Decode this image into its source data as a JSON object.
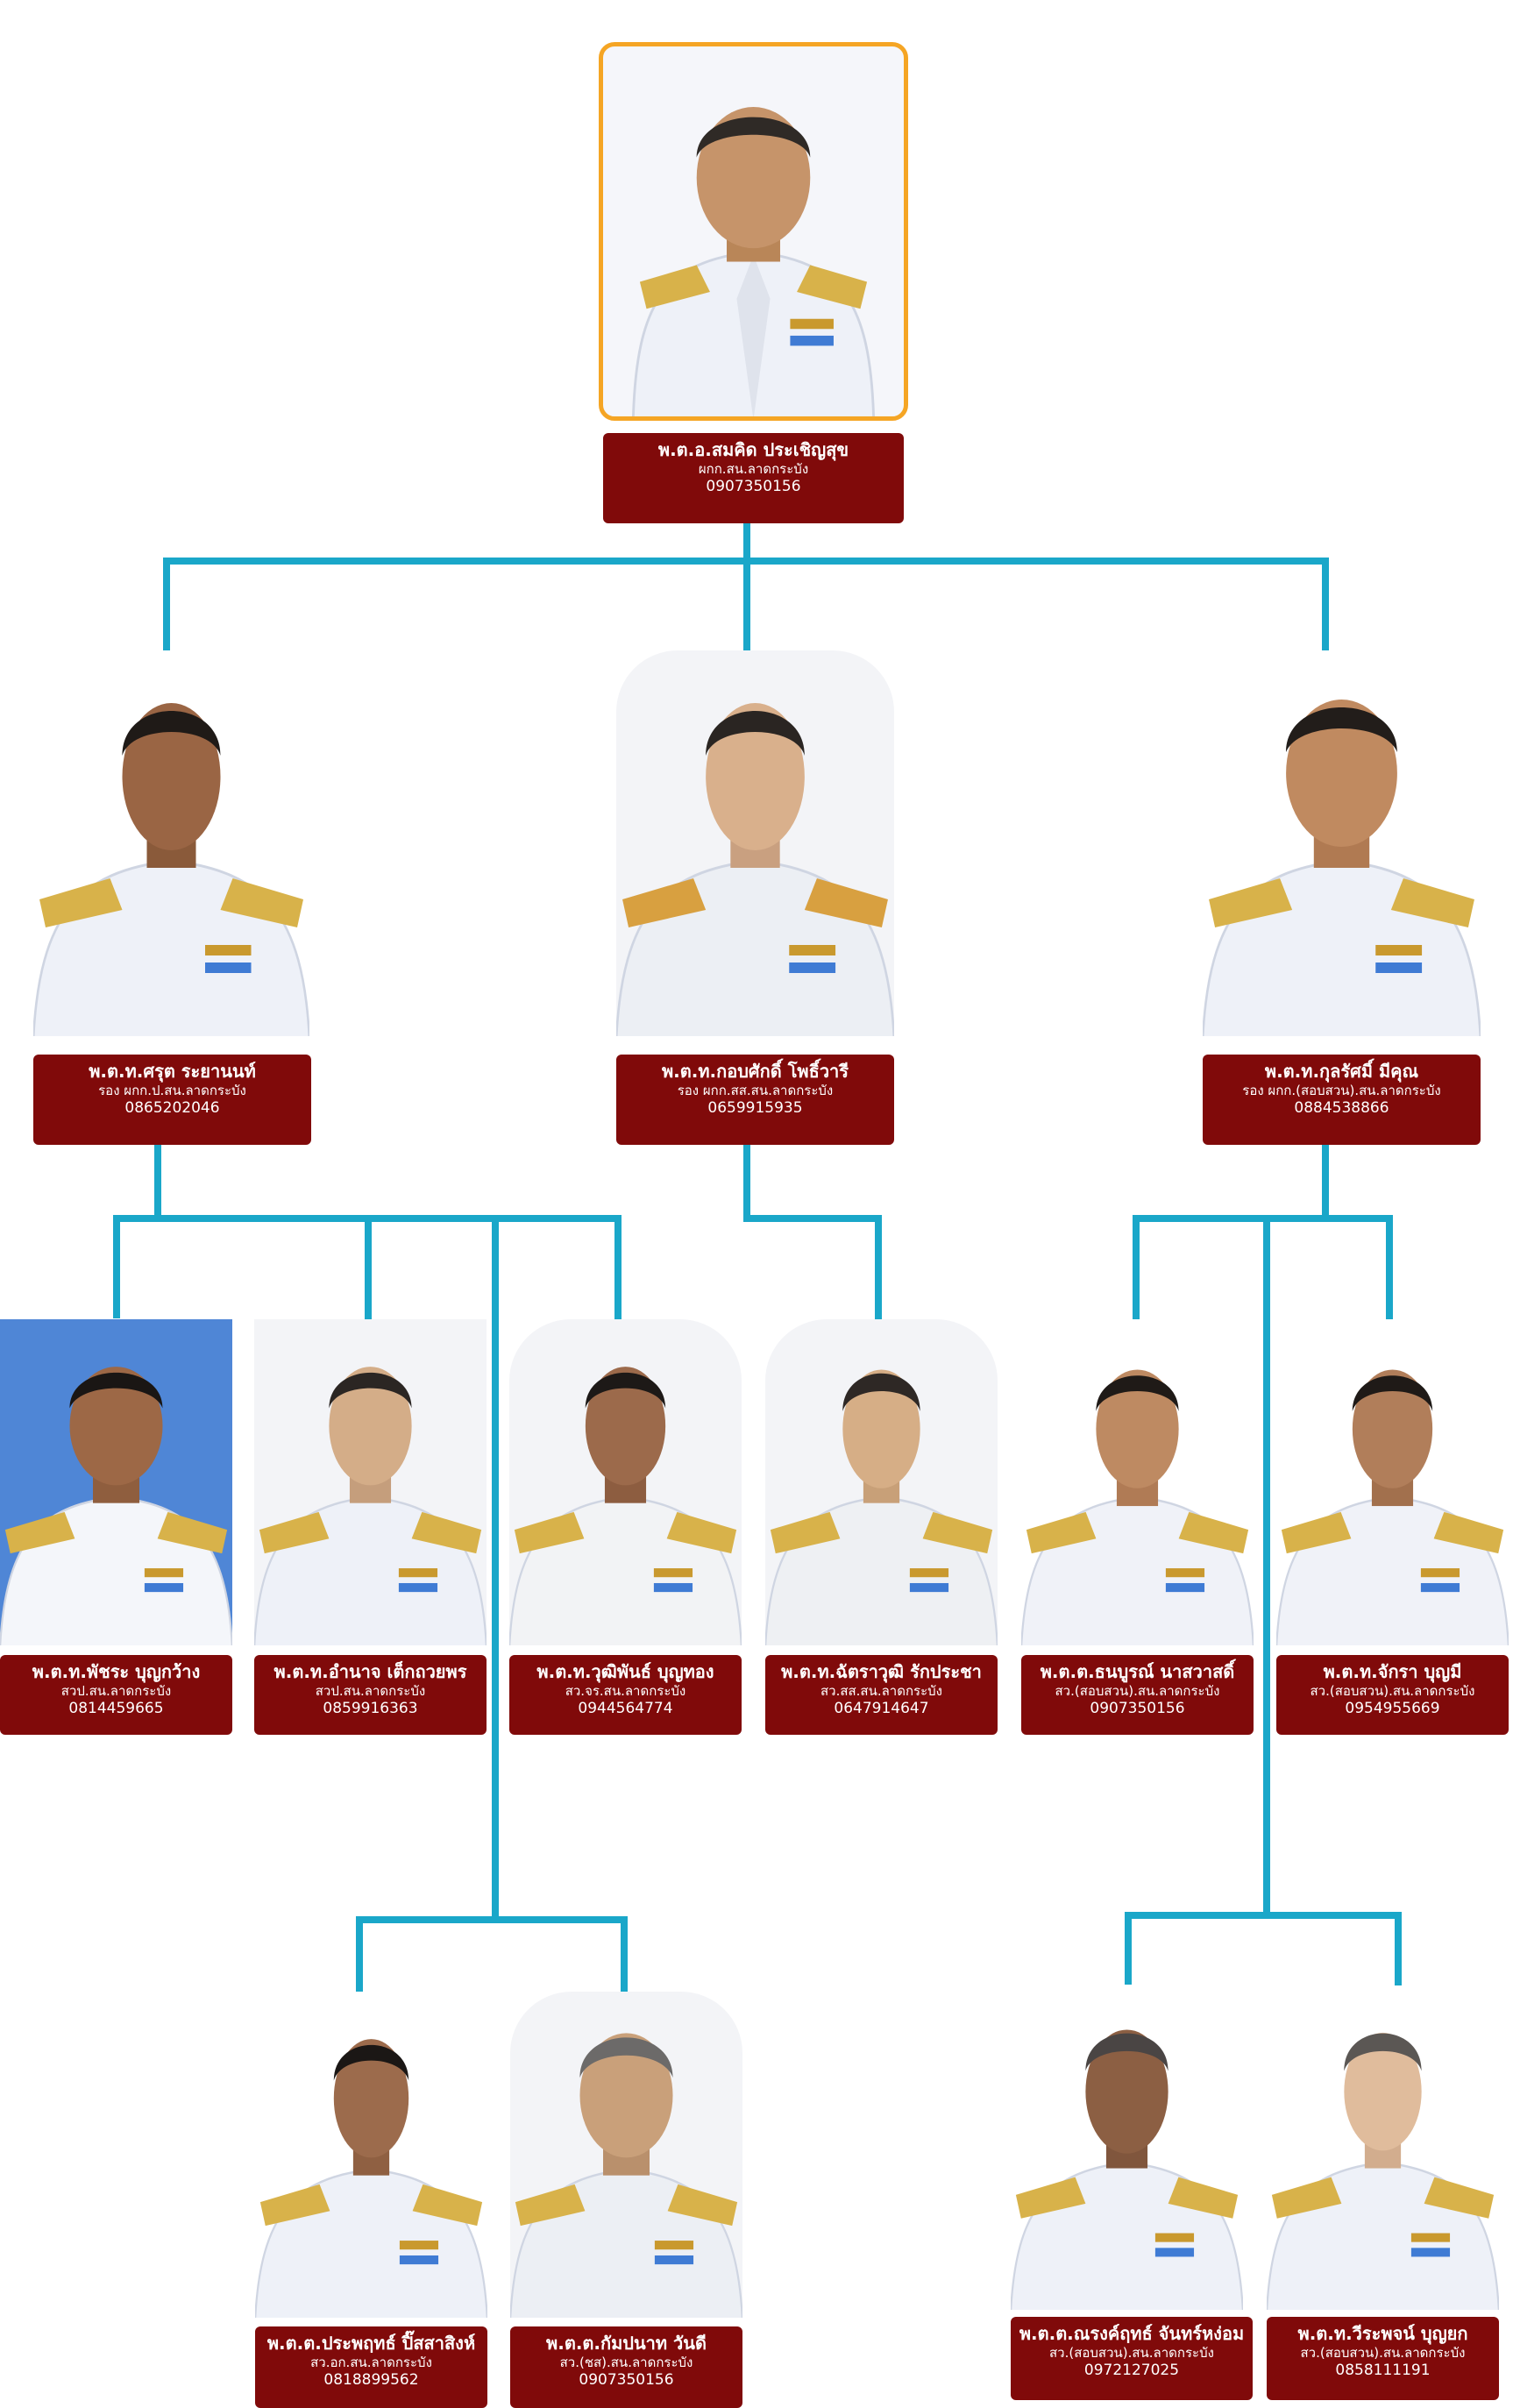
{
  "colors": {
    "connector": "#1aa7c9",
    "card_bg": "#800a0a",
    "frame": "#f5a524"
  },
  "icons": {
    "portrait": "person-in-white-uniform-photo"
  },
  "people": {
    "head": {
      "name": "พ.ต.อ.สมคิด ประเชิญสุข",
      "role": "ผกก.สน.ลาดกระบัง",
      "phone": "0907350156"
    },
    "dep1": {
      "name": "พ.ต.ท.ศรุต ระยานนท์",
      "role": "รอง ผกก.ป.สน.ลาดกระบัง",
      "phone": "0865202046"
    },
    "dep2": {
      "name": "พ.ต.ท.กอบศักดิ์ โพธิ์วารี",
      "role": "รอง ผกก.สส.สน.ลาดกระบัง",
      "phone": "0659915935"
    },
    "dep3": {
      "name": "พ.ต.ท.กุลรัศมิ์ มีคุณ",
      "role": "รอง ผกก.(สอบสวน).สน.ลาดกระบัง",
      "phone": "0884538866"
    },
    "s1": {
      "name": "พ.ต.ท.พัชระ บุญกว้าง",
      "role": "สวป.สน.ลาดกระบัง",
      "phone": "0814459665"
    },
    "s2": {
      "name": "พ.ต.ท.อำนาจ เต็กถวยพร",
      "role": "สวป.สน.ลาดกระบัง",
      "phone": "0859916363"
    },
    "s3": {
      "name": "พ.ต.ท.วุฒิพันธ์ บุญทอง",
      "role": "สว.จร.สน.ลาดกระบัง",
      "phone": "0944564774"
    },
    "s4": {
      "name": "พ.ต.ท.ฉัตราวุฒิ รักประชา",
      "role": "สว.สส.สน.ลาดกระบัง",
      "phone": "0647914647"
    },
    "s5": {
      "name": "พ.ต.ต.ธนบูรณ์ นาสวาสดิ์",
      "role": "สว.(สอบสวน).สน.ลาดกระบัง",
      "phone": "0907350156"
    },
    "s6": {
      "name": "พ.ต.ท.จักรา บุญมี",
      "role": "สว.(สอบสวน).สน.ลาดกระบัง",
      "phone": "0954955669"
    },
    "s7": {
      "name": "พ.ต.ต.ประพฤทธ์ ปิ๊สสาสิงห์",
      "role": "สว.อก.สน.ลาดกระบัง",
      "phone": "0818899562"
    },
    "s8": {
      "name": "พ.ต.ต.กัมปนาท วันดี",
      "role": "สว.(ชส).สน.ลาดกระบัง",
      "phone": "0907350156"
    },
    "s9": {
      "name": "พ.ต.ต.ณรงค์ฤทธ์ จันทร์หง่อม",
      "role": "สว.(สอบสวน).สน.ลาดกระบัง",
      "phone": "0972127025"
    },
    "s10": {
      "name": "พ.ต.ท.วีระพจน์ บุญยก",
      "role": "สว.(สอบสวน).สน.ลาดกระบัง",
      "phone": "0858111191"
    }
  }
}
